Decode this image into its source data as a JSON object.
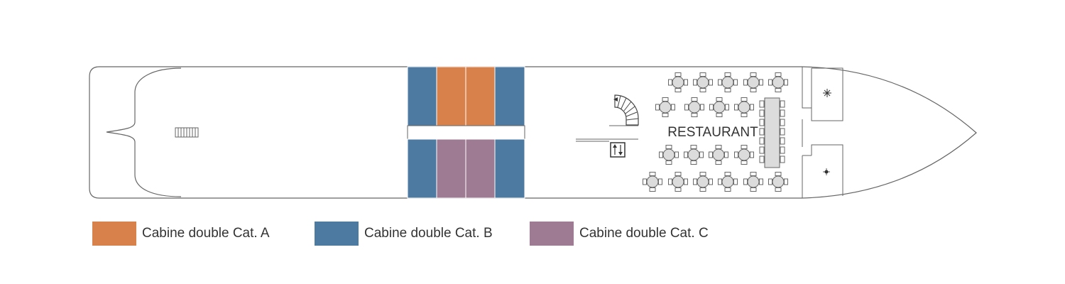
{
  "colors": {
    "cat_a": "#d9814a",
    "cat_b": "#4d7aa1",
    "cat_c": "#9e7b92",
    "outline": "#666666",
    "table_fill": "#dcdcdc"
  },
  "deck": {
    "restaurant_label": "RESTAURANT",
    "icons": [
      "stairs-icon",
      "elevator-icon",
      "snowflake-icon",
      "sun-icon",
      "gangway-icon"
    ]
  },
  "cabins": {
    "top": [
      "cat_b",
      "cat_a",
      "cat_a",
      "cat_b"
    ],
    "bottom": [
      "cat_b",
      "cat_c",
      "cat_c",
      "cat_b"
    ]
  },
  "legend": [
    {
      "key": "cat_a",
      "label": "Cabine double Cat. A"
    },
    {
      "key": "cat_b",
      "label": "Cabine double Cat. B"
    },
    {
      "key": "cat_c",
      "label": "Cabine double Cat. C"
    }
  ]
}
